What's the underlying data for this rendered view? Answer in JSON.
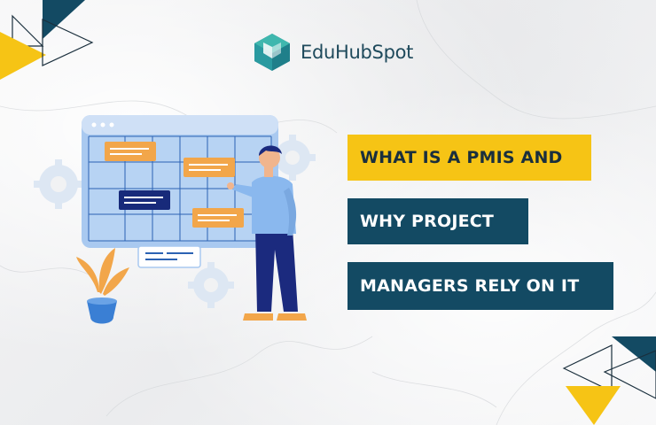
{
  "brand": {
    "name": "EduHubSpot",
    "logo_icon": "hexagon-cube-logo",
    "colors": {
      "teal": "#2fa39a",
      "navy": "#134a63",
      "yellow": "#f6c415"
    }
  },
  "title": {
    "lines": [
      "WHAT IS A PMIS AND",
      "WHY PROJECT",
      "MANAGERS RELY ON IT"
    ]
  },
  "illustration": {
    "icons": [
      "calendar-board-icon",
      "man-pointing-icon",
      "plant-pot-icon",
      "gear-icon",
      "chat-bubble-icon"
    ]
  }
}
